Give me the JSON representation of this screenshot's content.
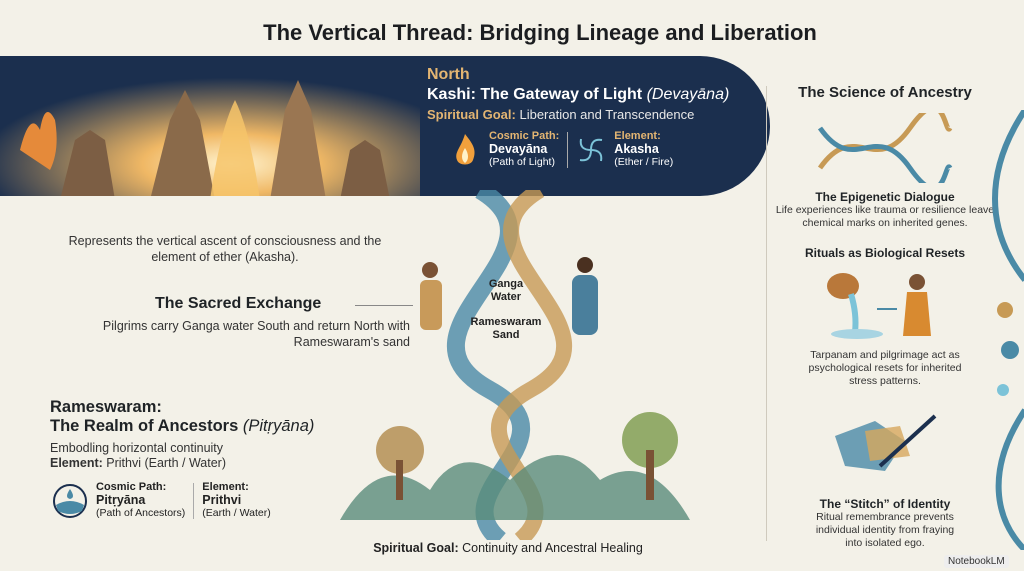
{
  "title": "The Vertical Thread: Bridging Lineage and Liberation",
  "north": {
    "label": "North",
    "title_main": "Kashi: The Gateway of Light",
    "title_italic": "(Devayāna)",
    "goal_label": "Spiritual Goal:",
    "goal_value": "Liberation and Transcendence",
    "path_label": "Cosmic Path:",
    "path_value": "Devayāna",
    "path_sub": "(Path of Light)",
    "element_label": "Element:",
    "element_value": "Akasha",
    "element_sub": "(Ether / Fire)"
  },
  "ascent_text": "Represents the vertical ascent of consciousness and the element of ether (Akasha).",
  "exchange": {
    "title": "The Sacred Exchange",
    "text": "Pilgrims carry Ganga water South and return North with Rameswaram's sand"
  },
  "callouts": {
    "ganga": "Ganga Water",
    "sand": "Rameswaram Sand"
  },
  "south": {
    "title_line1": "Rameswaram:",
    "title_line2": "The Realm of Ancestors",
    "title_italic": "(Pitṛyāna)",
    "desc": "Embodling horizontal continuity",
    "element_label": "Element:",
    "element_value": "Prithvi (Earth / Water)",
    "path_label": "Cosmic Path:",
    "path_value": "Pitṛyāna",
    "path_sub": "(Path of Ancestors)",
    "el_label": "Element:",
    "el_value": "Prithvi",
    "el_sub": "(Earth / Water)"
  },
  "bottom_goal": {
    "label": "Spiritual Goal:",
    "value": "Continuity and Ancestral Healing"
  },
  "science": {
    "title": "The Science of Ancestry",
    "items": [
      {
        "title": "The Epigenetic Dialogue",
        "text": "Life experiences like trauma or resilience leave chemical marks on inherited genes."
      },
      {
        "title": "Rituals as Biological Resets",
        "text": "Tarpanam and pilgrimage act as psychological resets for inherited stress patterns."
      },
      {
        "title": "The “Stitch” of Identity",
        "text": "Ritual remembrance prevents individual identity from fraying into isolated ego."
      }
    ]
  },
  "badge": "NotebookLM",
  "colors": {
    "navy": "#1b2f4e",
    "gold": "#e3b572",
    "background": "#f3f1e8",
    "teal": "#4a8aa6"
  }
}
